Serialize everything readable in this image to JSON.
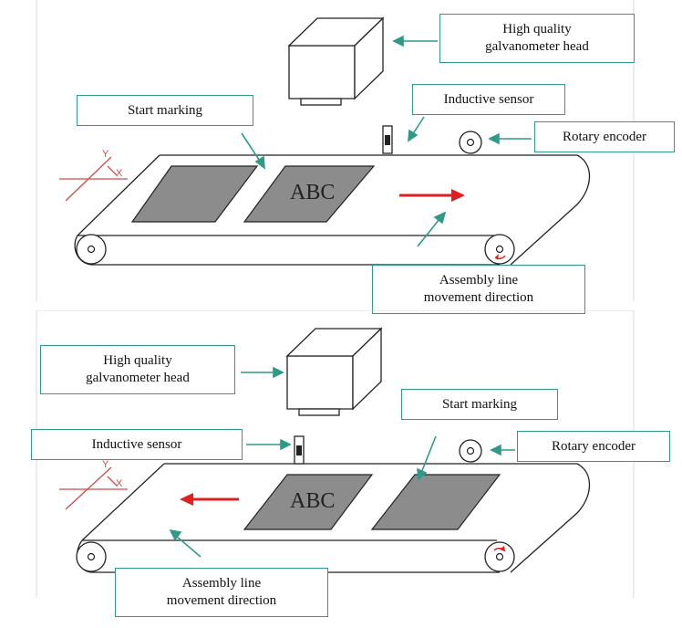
{
  "top": {
    "labels": {
      "galvo_line1": "High quality",
      "galvo_line2": "galvanometer head",
      "start_marking": "Start marking",
      "inductive_sensor": "Inductive sensor",
      "rotary_encoder": "Rotary encoder",
      "direction_line1": "Assembly line",
      "direction_line2": "movement direction"
    },
    "product_text": "ABC",
    "axis_x": "X",
    "axis_y": "Y"
  },
  "bottom": {
    "labels": {
      "galvo_line1": "High quality",
      "galvo_line2": "galvanometer head",
      "start_marking": "Start marking",
      "inductive_sensor": "Inductive sensor",
      "rotary_encoder": "Rotary encoder",
      "direction_line1": "Assembly line",
      "direction_line2": "movement direction"
    },
    "product_text": "ABC",
    "axis_x": "X",
    "axis_y": "Y"
  },
  "colors": {
    "label_border": "#2f9a86",
    "pointer_arrow": "#2f9a86",
    "direction_arrow": "#e02020",
    "product_fill": "#8c8c8c",
    "axis_lines": "#d24a4a"
  }
}
